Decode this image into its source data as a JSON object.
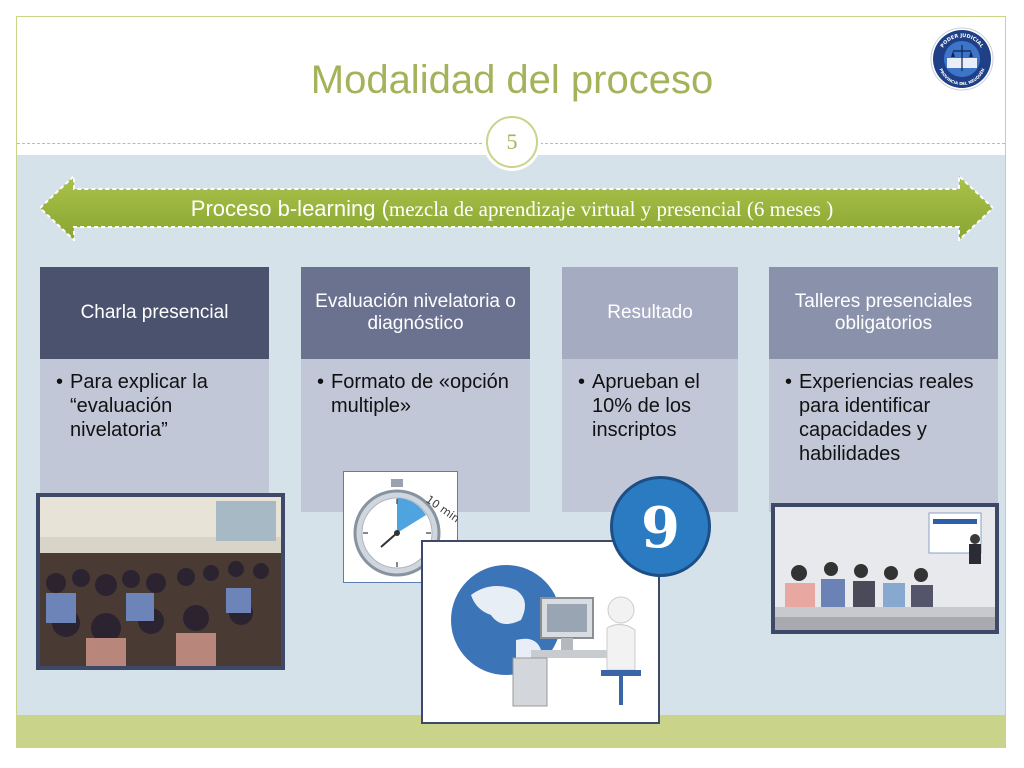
{
  "slide": {
    "title": "Modalidad del proceso",
    "page_number": "5",
    "logo_text_top": "PODER JUDICIAL",
    "logo_text_bottom": "PROVINCIA DEL NEUQUÉN",
    "colors": {
      "title": "#a4b25a",
      "accent": "#9bb53a",
      "content_bg": "#d6e2e9",
      "card_head_dark": "#4b526e",
      "card_head_light": "#8a91ab",
      "card_body": "#c1c7d7"
    }
  },
  "banner": {
    "text_main": "Proceso b-learning (",
    "text_serif": "mezcla de aprendizaje virtual  y presencial (6 meses )"
  },
  "cards": [
    {
      "head": "Charla presencial",
      "bullet": "Para explicar la “evaluación nivelatoria”"
    },
    {
      "head": "Evaluación nivelatoria o diagnóstico",
      "bullet": "Formato de «opción multiple»"
    },
    {
      "head": "Resultado",
      "bullet": "Aprueban el 10% de los inscriptos"
    },
    {
      "head": "Talleres presenciales obligatorios",
      "bullet": "Experiencias reales para identificar capacidades y habilidades"
    }
  ],
  "graphics": {
    "timer_label": "10 min",
    "number_badge": "9"
  }
}
